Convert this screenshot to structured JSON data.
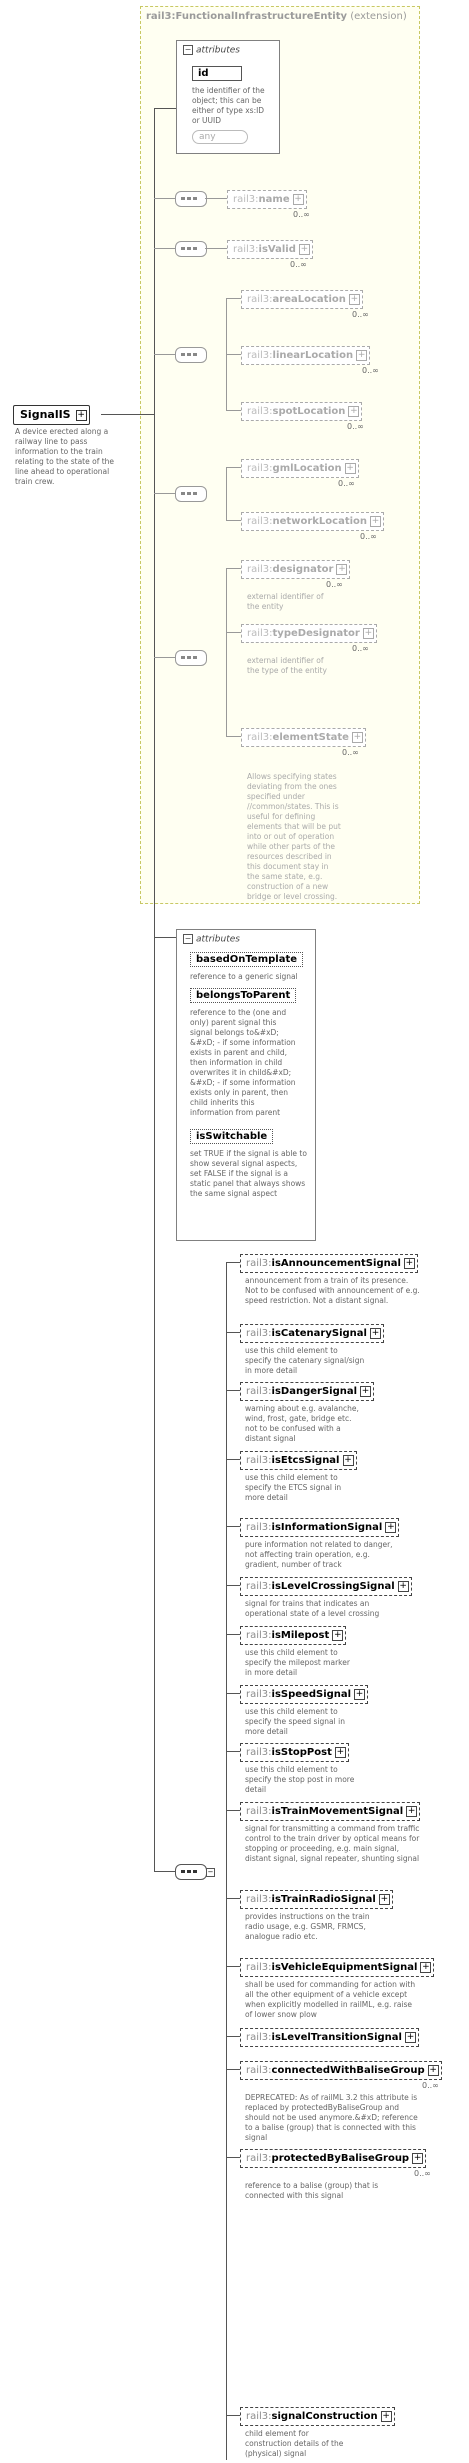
{
  "extension": {
    "prefix": "rail3:",
    "name": "FunctionalInfrastructureEntity",
    "suffix": "(extension)"
  },
  "ext_attributes": {
    "header": "attributes",
    "id": {
      "name": "id",
      "doc": "the identifier of the object; this can be either of type xs:ID or UUID"
    },
    "any": "any"
  },
  "root": {
    "name": "SignalIS",
    "doc": "A device erected along a railway line to pass information to the train relating to the state of the line ahead to operational train crew."
  },
  "ext_elements": [
    {
      "prefix": "rail3:",
      "name": "name",
      "card": "0..∞"
    },
    {
      "prefix": "rail3:",
      "name": "isValid",
      "card": "0..∞"
    },
    {
      "prefix": "rail3:",
      "name": "areaLocation",
      "card": "0..∞"
    },
    {
      "prefix": "rail3:",
      "name": "linearLocation",
      "card": "0..∞"
    },
    {
      "prefix": "rail3:",
      "name": "spotLocation",
      "card": "0..∞"
    },
    {
      "prefix": "rail3:",
      "name": "gmlLocation",
      "card": "0..∞"
    },
    {
      "prefix": "rail3:",
      "name": "networkLocation",
      "card": "0..∞"
    },
    {
      "prefix": "rail3:",
      "name": "designator",
      "card": "0..∞",
      "doc": "external identifier of the entity"
    },
    {
      "prefix": "rail3:",
      "name": "typeDesignator",
      "card": "0..∞",
      "doc": "external identifier of the type of the entity"
    },
    {
      "prefix": "rail3:",
      "name": "elementState",
      "card": "0..∞",
      "doc": "Allows specifying states deviating from the ones specified under //common/states. This is useful for defining elements that will be put into or out of operation while other parts of the resources described in this document stay in the same state, e.g. construction of a new bridge or level crossing."
    }
  ],
  "own_attributes": {
    "header": "attributes",
    "items": [
      {
        "name": "basedOnTemplate",
        "doc": "reference to a generic signal"
      },
      {
        "name": "belongsToParent",
        "doc": "reference to the (one and only) parent signal this signal belongs to&#xD; &#xD; - if some information exists in parent and child, then information in child overwrites it in child&#xD; &#xD; - if some information exists only in parent, then child inherits this information from parent"
      },
      {
        "name": "isSwitchable",
        "doc": "set TRUE if the signal is able to show several signal aspects, set FALSE if the signal is a static panel that always shows the same signal aspect"
      }
    ]
  },
  "own_elements": [
    {
      "prefix": "rail3:",
      "name": "isAnnouncementSignal",
      "doc": "announcement from a train of its presence. Not to be confused with announcement of e.g. speed restriction. Not a distant signal."
    },
    {
      "prefix": "rail3:",
      "name": "isCatenarySignal",
      "doc": "use this child element to specify the catenary signal/sign in more detail"
    },
    {
      "prefix": "rail3:",
      "name": "isDangerSignal",
      "doc": "warning about e.g. avalanche, wind, frost, gate, bridge etc. not to be confused with a distant signal"
    },
    {
      "prefix": "rail3:",
      "name": "isEtcsSignal",
      "doc": "use this child element to specify the ETCS signal in more detail"
    },
    {
      "prefix": "rail3:",
      "name": "isInformationSignal",
      "doc": "pure information not related to danger, not affecting train operation, e.g. gradient, number of track"
    },
    {
      "prefix": "rail3:",
      "name": "isLevelCrossingSignal",
      "doc": "signal for trains that indicates an operational state of a level crossing"
    },
    {
      "prefix": "rail3:",
      "name": "isMilepost",
      "doc": "use this child element to specify the milepost marker in more detail"
    },
    {
      "prefix": "rail3:",
      "name": "isSpeedSignal",
      "doc": "use this child element to specify the speed signal in more detail"
    },
    {
      "prefix": "rail3:",
      "name": "isStopPost",
      "doc": "use this child element to specify the stop post in more detail"
    },
    {
      "prefix": "rail3:",
      "name": "isTrainMovementSignal",
      "doc": "signal for transmitting a command from traffic control to the train driver by optical means for stopping or proceeding, e.g. main signal, distant signal, signal repeater, shunting signal"
    },
    {
      "prefix": "rail3:",
      "name": "isTrainRadioSignal",
      "doc": "provides instructions on the train radio usage, e.g. GSMR, FRMCS, analogue radio etc."
    },
    {
      "prefix": "rail3:",
      "name": "isVehicleEquipmentSignal",
      "doc": "shall be used for commanding for action with all the other equipment of a vehicle except when explicitly modelled in railML, e.g. raise of lower snow plow"
    },
    {
      "prefix": "rail3:",
      "name": "isLevelTransitionSignal",
      "doc": ""
    },
    {
      "prefix": "rail3:",
      "name": "connectedWithBaliseGroup",
      "card": "0..∞",
      "doc": "DEPRECATED: As of railML 3.2 this attribute is replaced by protectedByBaliseGroup and should not be used anymore.&#xD; reference to a balise (group) that is connected with this signal"
    },
    {
      "prefix": "rail3:",
      "name": "protectedByBaliseGroup",
      "card": "0..∞",
      "doc": "reference to a balise (group) that is connected with this signal"
    },
    {
      "prefix": "rail3:",
      "name": "signalConstruction",
      "doc": "child element for construction details of the (physical) signal"
    }
  ]
}
